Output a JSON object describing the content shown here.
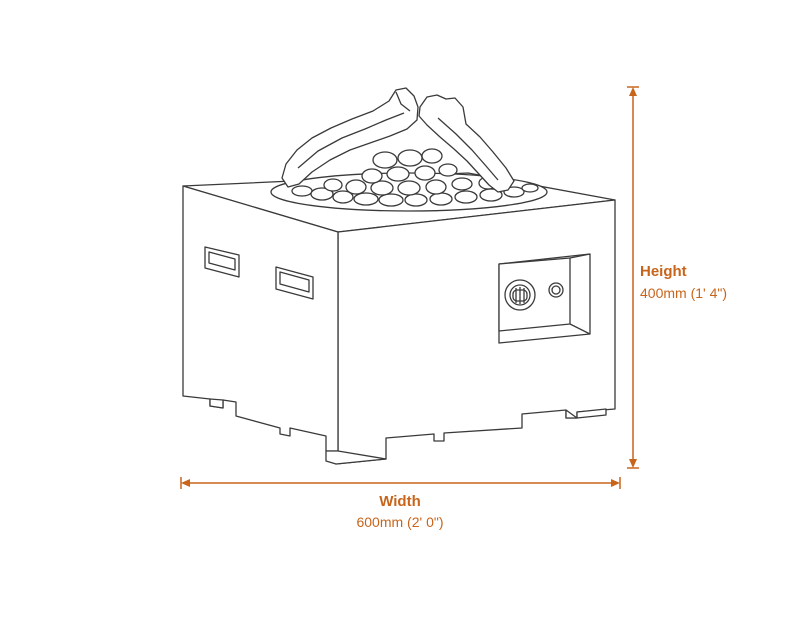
{
  "colors": {
    "line": "#3a3a3a",
    "dimension": "#c8651b",
    "background": "#ffffff"
  },
  "dimensions": {
    "height": {
      "title": "Height",
      "value": "400mm (1' 4\")"
    },
    "width": {
      "title": "Width",
      "value": "600mm (2' 0\")"
    }
  },
  "parts": {
    "product": "fire-pit",
    "burner_contents": "logs-and-stones",
    "control_knob": "ignition-knob",
    "control_button": "push-button"
  }
}
